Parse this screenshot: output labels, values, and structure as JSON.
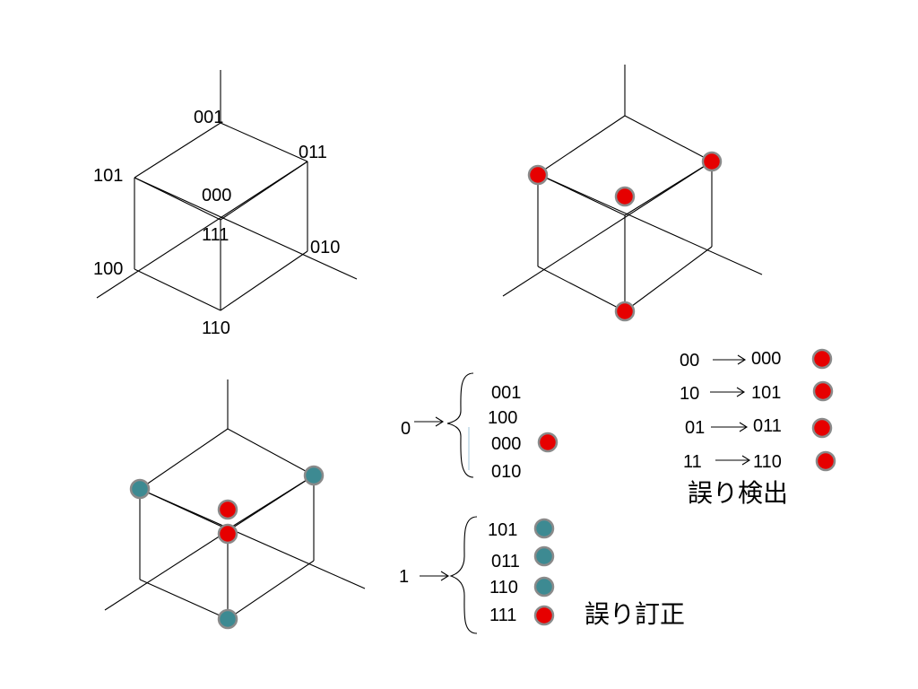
{
  "colors": {
    "red_dot": "#e60000",
    "teal_dot": "#3d8a92",
    "dot_outline": "#8a8a8a",
    "line": "#000000"
  },
  "cube_labels": {
    "v001": "001",
    "v011": "011",
    "v101": "101",
    "v000": "000",
    "v111": "111",
    "v010": "010",
    "v100": "100",
    "v110": "110"
  },
  "zero_group": {
    "input": "0",
    "codes": [
      "001",
      "100",
      "000",
      "010"
    ]
  },
  "one_group": {
    "input": "1",
    "codes": [
      "101",
      "011",
      "110",
      "111"
    ]
  },
  "detection": {
    "rows": [
      {
        "from": "00",
        "to": "000"
      },
      {
        "from": "10",
        "to": "101"
      },
      {
        "from": "01",
        "to": "011"
      },
      {
        "from": "11",
        "to": "110"
      }
    ],
    "title": "誤り検出"
  },
  "correction": {
    "title": "誤り訂正"
  }
}
